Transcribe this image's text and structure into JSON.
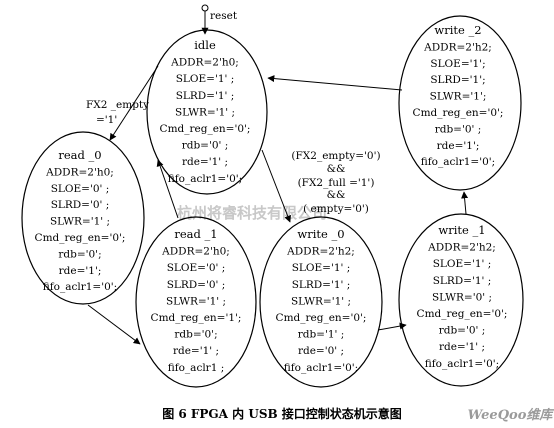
{
  "reset_label": "reset",
  "states": {
    "idle": {
      "title": "idle",
      "lines": [
        "ADDR=2'h0;",
        "SLOE='1' ;",
        "SLRD='1' ;",
        "SLWR='1' ;",
        "Cmd_reg_en='0';",
        "rdb='0' ;",
        "rde='1' ;",
        "fifo_aclr1='0';"
      ]
    },
    "read_0": {
      "title": "read _0",
      "lines": [
        "ADDR=2'h0;",
        "SLOE='0' ;",
        "SLRD='0' ;",
        "SLWR='1' ;",
        "Cmd_reg_en='0';",
        "rdb='0';",
        "rde='1';",
        "fifo_aclr1='0';"
      ]
    },
    "read_1": {
      "title": "read _1",
      "lines": [
        "ADDR=2'h0;",
        "SLOE='0' ;",
        "SLRD='0' ;",
        "SLWR='1' ;",
        "Cmd_reg_en='1';",
        "rdb='0';",
        "rde='1' ;",
        "fifo_aclr1 ;"
      ]
    },
    "write_0": {
      "title": "write _0",
      "lines": [
        "ADDR=2'h2;",
        "SLOE='1' ;",
        "SLRD='1' ;",
        "SLWR='1' ;",
        "Cmd_reg_en='0';",
        "rdb='1' ;",
        "rde='0' ;",
        "fifo_aclr1='0';"
      ]
    },
    "write_1": {
      "title": "write _1",
      "lines": [
        "ADDR=2'h2;",
        "SLOE='1' ;",
        "SLRD='1' ;",
        "SLWR='0' ;",
        "Cmd_reg_en='0';",
        "rdb='0' ;",
        "rde='1' ;",
        "fifo_aclr1='0';"
      ]
    },
    "write_2": {
      "title": "write _2",
      "lines": [
        "ADDR=2'h2;",
        "SLOE='1';",
        "SLRD='1';",
        "SLWR='1';",
        "Cmd_reg_en='0';",
        "rdb='0' ;",
        "rde='1';",
        "fifo_aclr1='0';"
      ]
    }
  },
  "conditions": {
    "fx2_empty": [
      "FX2 _empty",
      "='1'"
    ],
    "write_cond": [
      "(FX2_empty='0')",
      "&&",
      "(FX2_full ='1')",
      "&&",
      "( empty='0')"
    ]
  },
  "caption": "图 6    FPGA 内 USB 接口控制状态机示意图",
  "watermark": "杭州将睿科技有限公司",
  "site_logo": "WeeQoo维库"
}
